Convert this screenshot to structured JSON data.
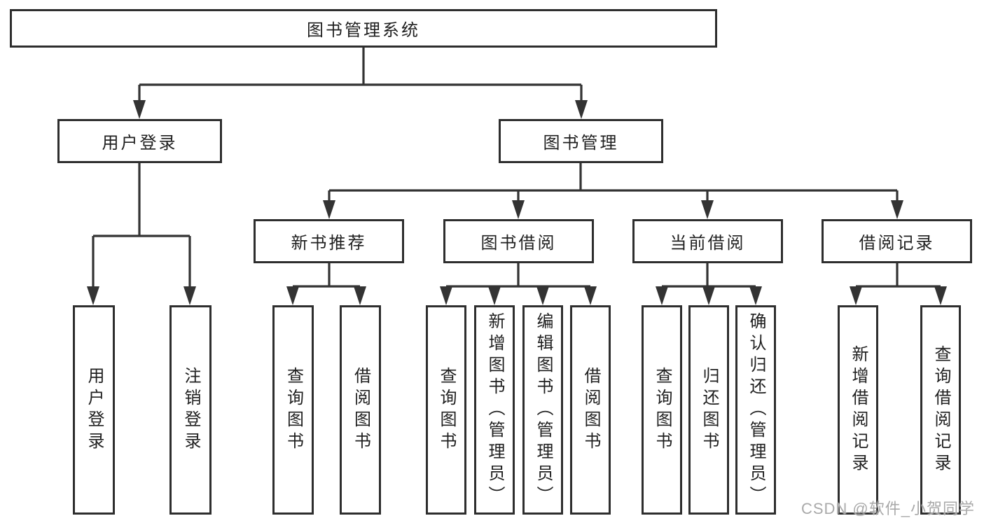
{
  "diagram": {
    "root": {
      "label": "图书管理系统"
    },
    "level2": [
      {
        "label": "用户登录",
        "children": [
          "用户登录",
          "注销登录"
        ]
      },
      {
        "label": "图书管理"
      }
    ],
    "level3": [
      {
        "label": "新书推荐",
        "children": [
          "查询图书",
          "借阅图书"
        ]
      },
      {
        "label": "图书借阅",
        "children": [
          "查询图书",
          "新增图书（管理员）",
          "编辑图书（管理员）",
          "借阅图书"
        ]
      },
      {
        "label": "当前借阅",
        "children": [
          "查询图书",
          "归还图书",
          "确认归还（管理员）"
        ]
      },
      {
        "label": "借阅记录",
        "children": [
          "新增借阅记录",
          "查询借阅记录"
        ]
      }
    ]
  },
  "watermark": {
    "text": "CSDN @软件_小贺同学"
  },
  "colors": {
    "line": "#333333",
    "box_border": "#2e2e2e",
    "text": "#1f1f1f",
    "watermark": "#a9a9a9",
    "background": "#ffffff"
  }
}
